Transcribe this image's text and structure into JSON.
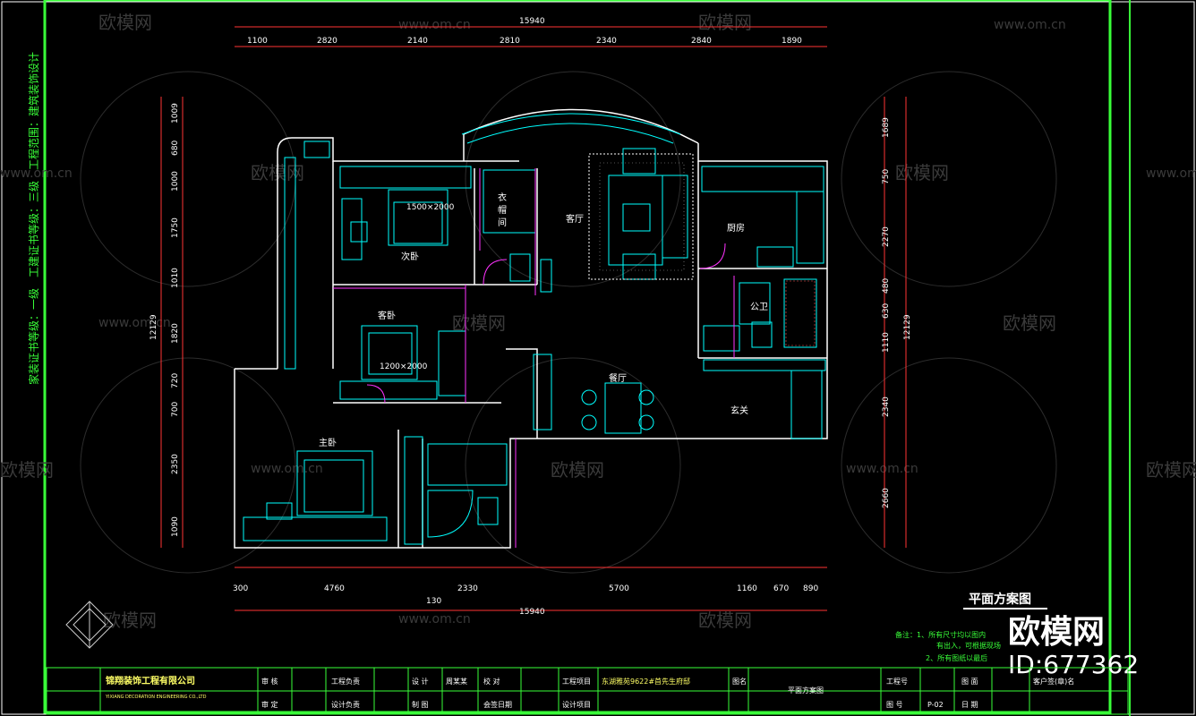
{
  "sheet_title": "平面方案图",
  "brand": "欧模网",
  "brand_id": "ID:677362",
  "watermarks": {
    "brand": "欧模网",
    "url": "www.om.cn"
  },
  "side_text": "家装证书等级：一级　工建证书等级：三级　工程范围：建筑装饰设计",
  "company": {
    "name": "锦翔装饰工程有限公司",
    "name_en": "YIXIANG DECORATION ENGINEERING CO.,LTD"
  },
  "notes": {
    "line1": "备注：1、所有尺寸均以图内",
    "line1b": "有出入，可根据现场",
    "line2": "2、所有图纸以最后"
  },
  "dimensions": {
    "top_total": "15940",
    "top": [
      "1100",
      "2820",
      "2140",
      "2810",
      "2340",
      "2840",
      "1890"
    ],
    "bottom_total": "15940",
    "bottom": [
      "300",
      "4760",
      "2330",
      "5700",
      "1160",
      "670",
      "890"
    ],
    "bottom_extra": "130",
    "left_total": "12129",
    "left": [
      "1009",
      "680",
      "1000",
      "1750",
      "1010",
      "1820",
      "720",
      "700",
      "2350",
      "1090"
    ],
    "right_total": "12129",
    "right": [
      "1689",
      "750",
      "2270",
      "480",
      "630",
      "1110",
      "2340",
      "2660"
    ]
  },
  "rooms": {
    "second_bedroom": "次卧",
    "guest_bedroom": "客卧",
    "master_bedroom": "主卧",
    "cloakroom_1": "衣",
    "cloakroom_2": "帽",
    "cloakroom_3": "间",
    "living_room": "客厅",
    "dining_room": "餐厅",
    "kitchen": "厨房",
    "public_bath": "公卫",
    "entrance": "玄关"
  },
  "bed_labels": {
    "second": "1500×2000",
    "guest": "1200×2000"
  },
  "title_block": {
    "audit": "审 核",
    "approve": "审 定",
    "project_lead": "工程负责",
    "design_lead": "设计负责",
    "design": "设 计",
    "designer": "周某某",
    "draw": "制 图",
    "check": "校 对",
    "date_check": "会签日期",
    "project_name_label": "工程项目",
    "design_item_label": "设计项目",
    "project_name": "东湖雅苑9622#首先生府邸",
    "drawing_name_label": "图名",
    "drawing_name": "平面方案图",
    "project_no_label": "工程号",
    "drawing_no_label": "图 号",
    "drawing_no": "P-02",
    "scale_label": "图 面",
    "date_label": "日 期",
    "client": "客户签(章)名"
  }
}
